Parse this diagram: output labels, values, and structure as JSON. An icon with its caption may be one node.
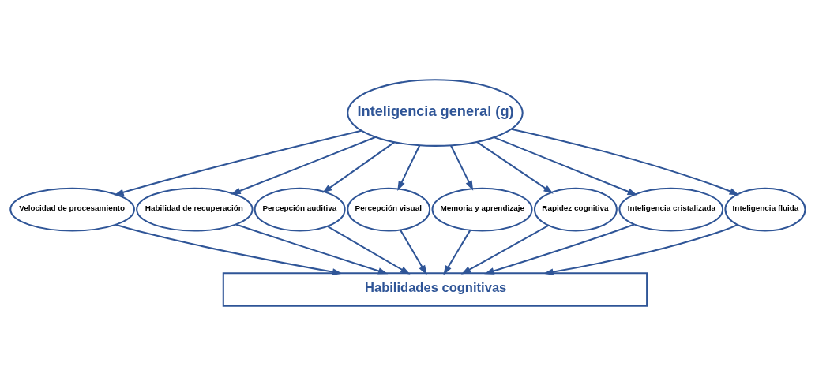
{
  "diagram": {
    "nodes": [
      {
        "text": [
          "Inteligencia general (g)"
        ]
      },
      {
        "text": [
          "Velocidad de procesamiento"
        ]
      },
      {
        "text": [
          "Habilidad de recuperación"
        ]
      },
      {
        "text": [
          "Percepción auditiva"
        ]
      },
      {
        "text": [
          "Percepción visual"
        ]
      },
      {
        "text": [
          "Memoria y aprendizaje"
        ]
      },
      {
        "text": [
          "Rapidez cognitiva"
        ]
      },
      {
        "text": [
          "Inteligencia cristalizada"
        ]
      },
      {
        "text": [
          "Inteligencia fluida"
        ]
      },
      {
        "text": [
          "Habilidades cognitivas"
        ]
      }
    ],
    "edges": [
      {
        "from": 0,
        "to": 1,
        "arrow": "to"
      },
      {
        "from": 0,
        "to": 2,
        "arrow": "to"
      },
      {
        "from": 0,
        "to": 3,
        "arrow": "to"
      },
      {
        "from": 0,
        "to": 4,
        "arrow": "to"
      },
      {
        "from": 0,
        "to": 5,
        "arrow": "to"
      },
      {
        "from": 0,
        "to": 6,
        "arrow": "to"
      },
      {
        "from": 0,
        "to": 7,
        "arrow": "to"
      },
      {
        "from": 0,
        "to": 8,
        "arrow": "to"
      },
      {
        "from": 1,
        "to": 9,
        "arrow": "to"
      },
      {
        "from": 2,
        "to": 9,
        "arrow": "to"
      },
      {
        "from": 3,
        "to": 9,
        "arrow": "to"
      },
      {
        "from": 4,
        "to": 9,
        "arrow": "to"
      },
      {
        "from": 5,
        "to": 9,
        "arrow": "to"
      },
      {
        "from": 6,
        "to": 9,
        "arrow": "to"
      },
      {
        "from": 7,
        "to": 9,
        "arrow": "to"
      },
      {
        "from": 8,
        "to": 9,
        "arrow": "to"
      }
    ]
  }
}
